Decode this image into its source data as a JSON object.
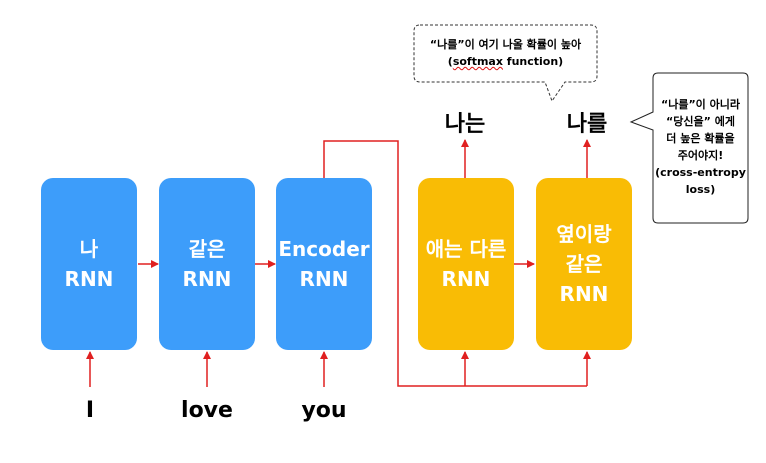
{
  "boxes": {
    "b1": {
      "line1": "나",
      "line2": "RNN"
    },
    "b2": {
      "line1": "같은",
      "line2": "RNN"
    },
    "b3": {
      "line1": "Encoder",
      "line2": "RNN"
    },
    "b4": {
      "line1": "애는 다른",
      "line2": "RNN"
    },
    "b5": {
      "line1": "옆이랑",
      "line2": "같은",
      "line3": "RNN"
    }
  },
  "inputs": [
    "I",
    "love",
    "you"
  ],
  "outputs": [
    "나는",
    "나를"
  ],
  "callouts": {
    "top": {
      "line1": "“나를”이 여기 나올 확률이 높아",
      "line2_prefix": "(",
      "line2_squiggle": "softmax",
      "line2_suffix": " function)"
    },
    "right": {
      "lines": [
        "“나를”이 아니라",
        "“당신을” 에게",
        "더 높은 확률을",
        "주어야지!",
        "(cross-entropy",
        "loss)"
      ]
    }
  },
  "colors": {
    "encoder": "#3d9dfa",
    "decoder": "#f9bc05",
    "arrow": "#e02020"
  }
}
